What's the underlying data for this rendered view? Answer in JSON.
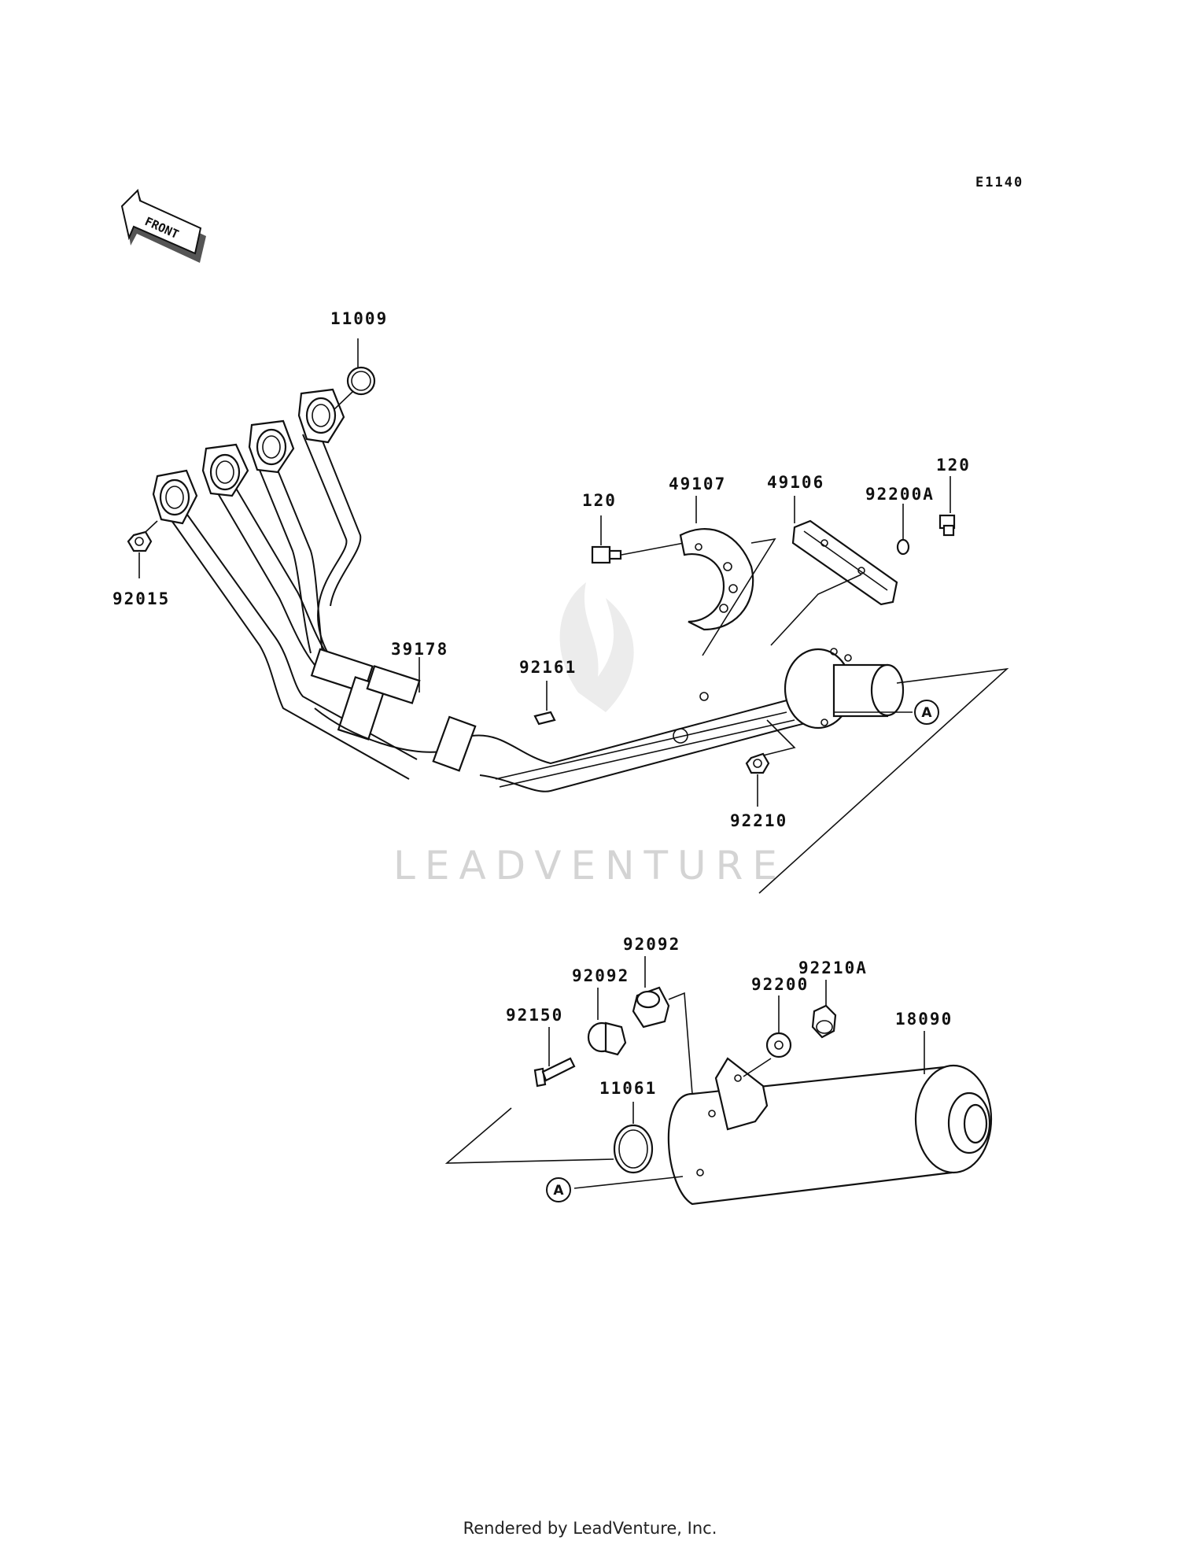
{
  "diagram_code": "E1140",
  "front_indicator": "FRONT",
  "watermark": "LEADVENTURE",
  "footer_credit": "Rendered by LeadVenture, Inc.",
  "reference_marker": "A",
  "colors": {
    "line": "#111111",
    "watermark": "#d4d4d4",
    "background": "#ffffff"
  },
  "parts": [
    {
      "key": "11009",
      "label": "11009"
    },
    {
      "key": "92015",
      "label": "92015"
    },
    {
      "key": "39178",
      "label": "39178"
    },
    {
      "key": "92161",
      "label": "92161"
    },
    {
      "key": "120_left",
      "label": "120"
    },
    {
      "key": "49107",
      "label": "49107"
    },
    {
      "key": "49106",
      "label": "49106"
    },
    {
      "key": "92200A",
      "label": "92200A"
    },
    {
      "key": "120_right",
      "label": "120"
    },
    {
      "key": "92210",
      "label": "92210"
    },
    {
      "key": "92092_top",
      "label": "92092"
    },
    {
      "key": "92092_mid",
      "label": "92092"
    },
    {
      "key": "92210A",
      "label": "92210A"
    },
    {
      "key": "92200",
      "label": "92200"
    },
    {
      "key": "18090",
      "label": "18090"
    },
    {
      "key": "92150",
      "label": "92150"
    },
    {
      "key": "11061",
      "label": "11061"
    }
  ]
}
